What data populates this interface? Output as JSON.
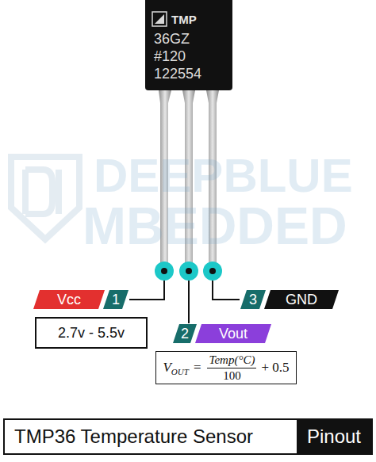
{
  "diagram": {
    "nodes": [
      {
        "text": [
          "Vcc"
        ]
      },
      {
        "text": [
          "1"
        ]
      },
      {
        "text": [
          "2.7v - 5.5v"
        ]
      },
      {
        "text": [
          "2"
        ]
      },
      {
        "text": [
          "Vout"
        ]
      },
      {
        "text": [
          "V",
          "OUT",
          "=",
          "Temp(°C)",
          "100",
          "+ 0.5"
        ]
      },
      {
        "text": [
          "3"
        ]
      },
      {
        "text": [
          "GND"
        ]
      },
      {
        "text": [
          "TMP36 Temperature Sensor"
        ]
      },
      {
        "text": [
          "Pinout"
        ],
        "in": 8
      }
    ],
    "labels": [
      "TMP",
      "36GZ",
      "#120",
      "122554",
      "DEEPBLUE",
      "MBEDDED"
    ]
  }
}
